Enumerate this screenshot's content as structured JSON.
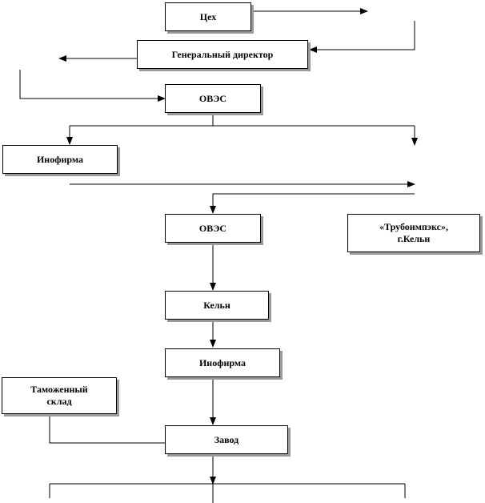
{
  "nodes": {
    "tsekh": "Цех",
    "gen_director": "Генеральный директор",
    "oves_top": "ОВЭС",
    "infirma_top": "Инофирма",
    "oves_mid": "ОВЭС",
    "trubo_line1": "«Трубоимпэкс»,",
    "trubo_line2": "г.Кельн",
    "koln": "Кельн",
    "infirma_mid": "Инофирма",
    "customs_line1": "Таможенный",
    "customs_line2": "склад",
    "zavod": "Завод"
  }
}
